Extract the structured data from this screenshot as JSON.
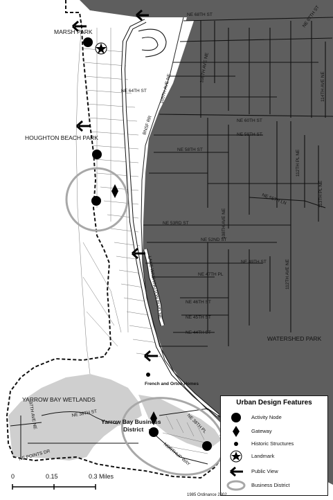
{
  "legend": {
    "title": "Urban Design Features",
    "items": [
      {
        "label": "Activity Node",
        "icon": "filled-circle"
      },
      {
        "label": "Gateway",
        "icon": "diamond"
      },
      {
        "label": "Historic Structures",
        "icon": "small-dot"
      },
      {
        "label": "Landmark",
        "icon": "star-in-circle"
      },
      {
        "label": "Public View",
        "icon": "left-arrow"
      },
      {
        "label": "Business District",
        "icon": "gray-ellipse"
      }
    ]
  },
  "scale": {
    "ticks": [
      "0",
      "0.15",
      "0.3 Miles"
    ]
  },
  "ordinance_note": "1985 Ordinance 2902",
  "places": {
    "marsh_park": "MARSH PARK",
    "houghton_beach_park": "HOUGHTON BEACH PARK",
    "yarrow_bay_wetlands": "YARROW BAY WETLANDS",
    "watershed_park": "WATERSHED PARK",
    "french_orton": "French and Orton Homes",
    "yarrow_bay_district_1": "Yarrow Bay Business",
    "yarrow_bay_district_2": "District"
  },
  "streets": {
    "ne68": "NE 68TH ST",
    "ne67": "NE 67TH ST",
    "ne64": "NE 64TH ST",
    "ne60": "NE 60TH ST",
    "ne59": "NE 59TH ST",
    "ne58": "NE 58TH ST",
    "ne55ln": "NE 55TH LN",
    "ne53rd": "NE 53RD ST",
    "ne52nd": "NE 52ND ST",
    "ne49": "NE 49TH ST",
    "ne47pl": "NE 47TH PL",
    "ne46": "NE 46TH ST",
    "ne45": "NE 45TH ST",
    "ne44": "NE 44TH ST",
    "ne38": "NE 38TH ST",
    "ne38pl": "NE 38TH PL",
    "av105": "105TH AVE NE",
    "av106": "106TH AVE NE",
    "av108": "108TH AVE NE",
    "av112pl": "112TH PL NE",
    "av113pl": "113TH PL NE",
    "av112": "112TH AVE NE",
    "av114": "114TH AVE NE",
    "bnsf": "BNSF RR",
    "lwblvd": "LAKE WASHINGTON BLVD NE",
    "av97": "97TH AVE NE",
    "points_dr": "NE POINTS DR",
    "northup": "NORTHUP WAY"
  }
}
